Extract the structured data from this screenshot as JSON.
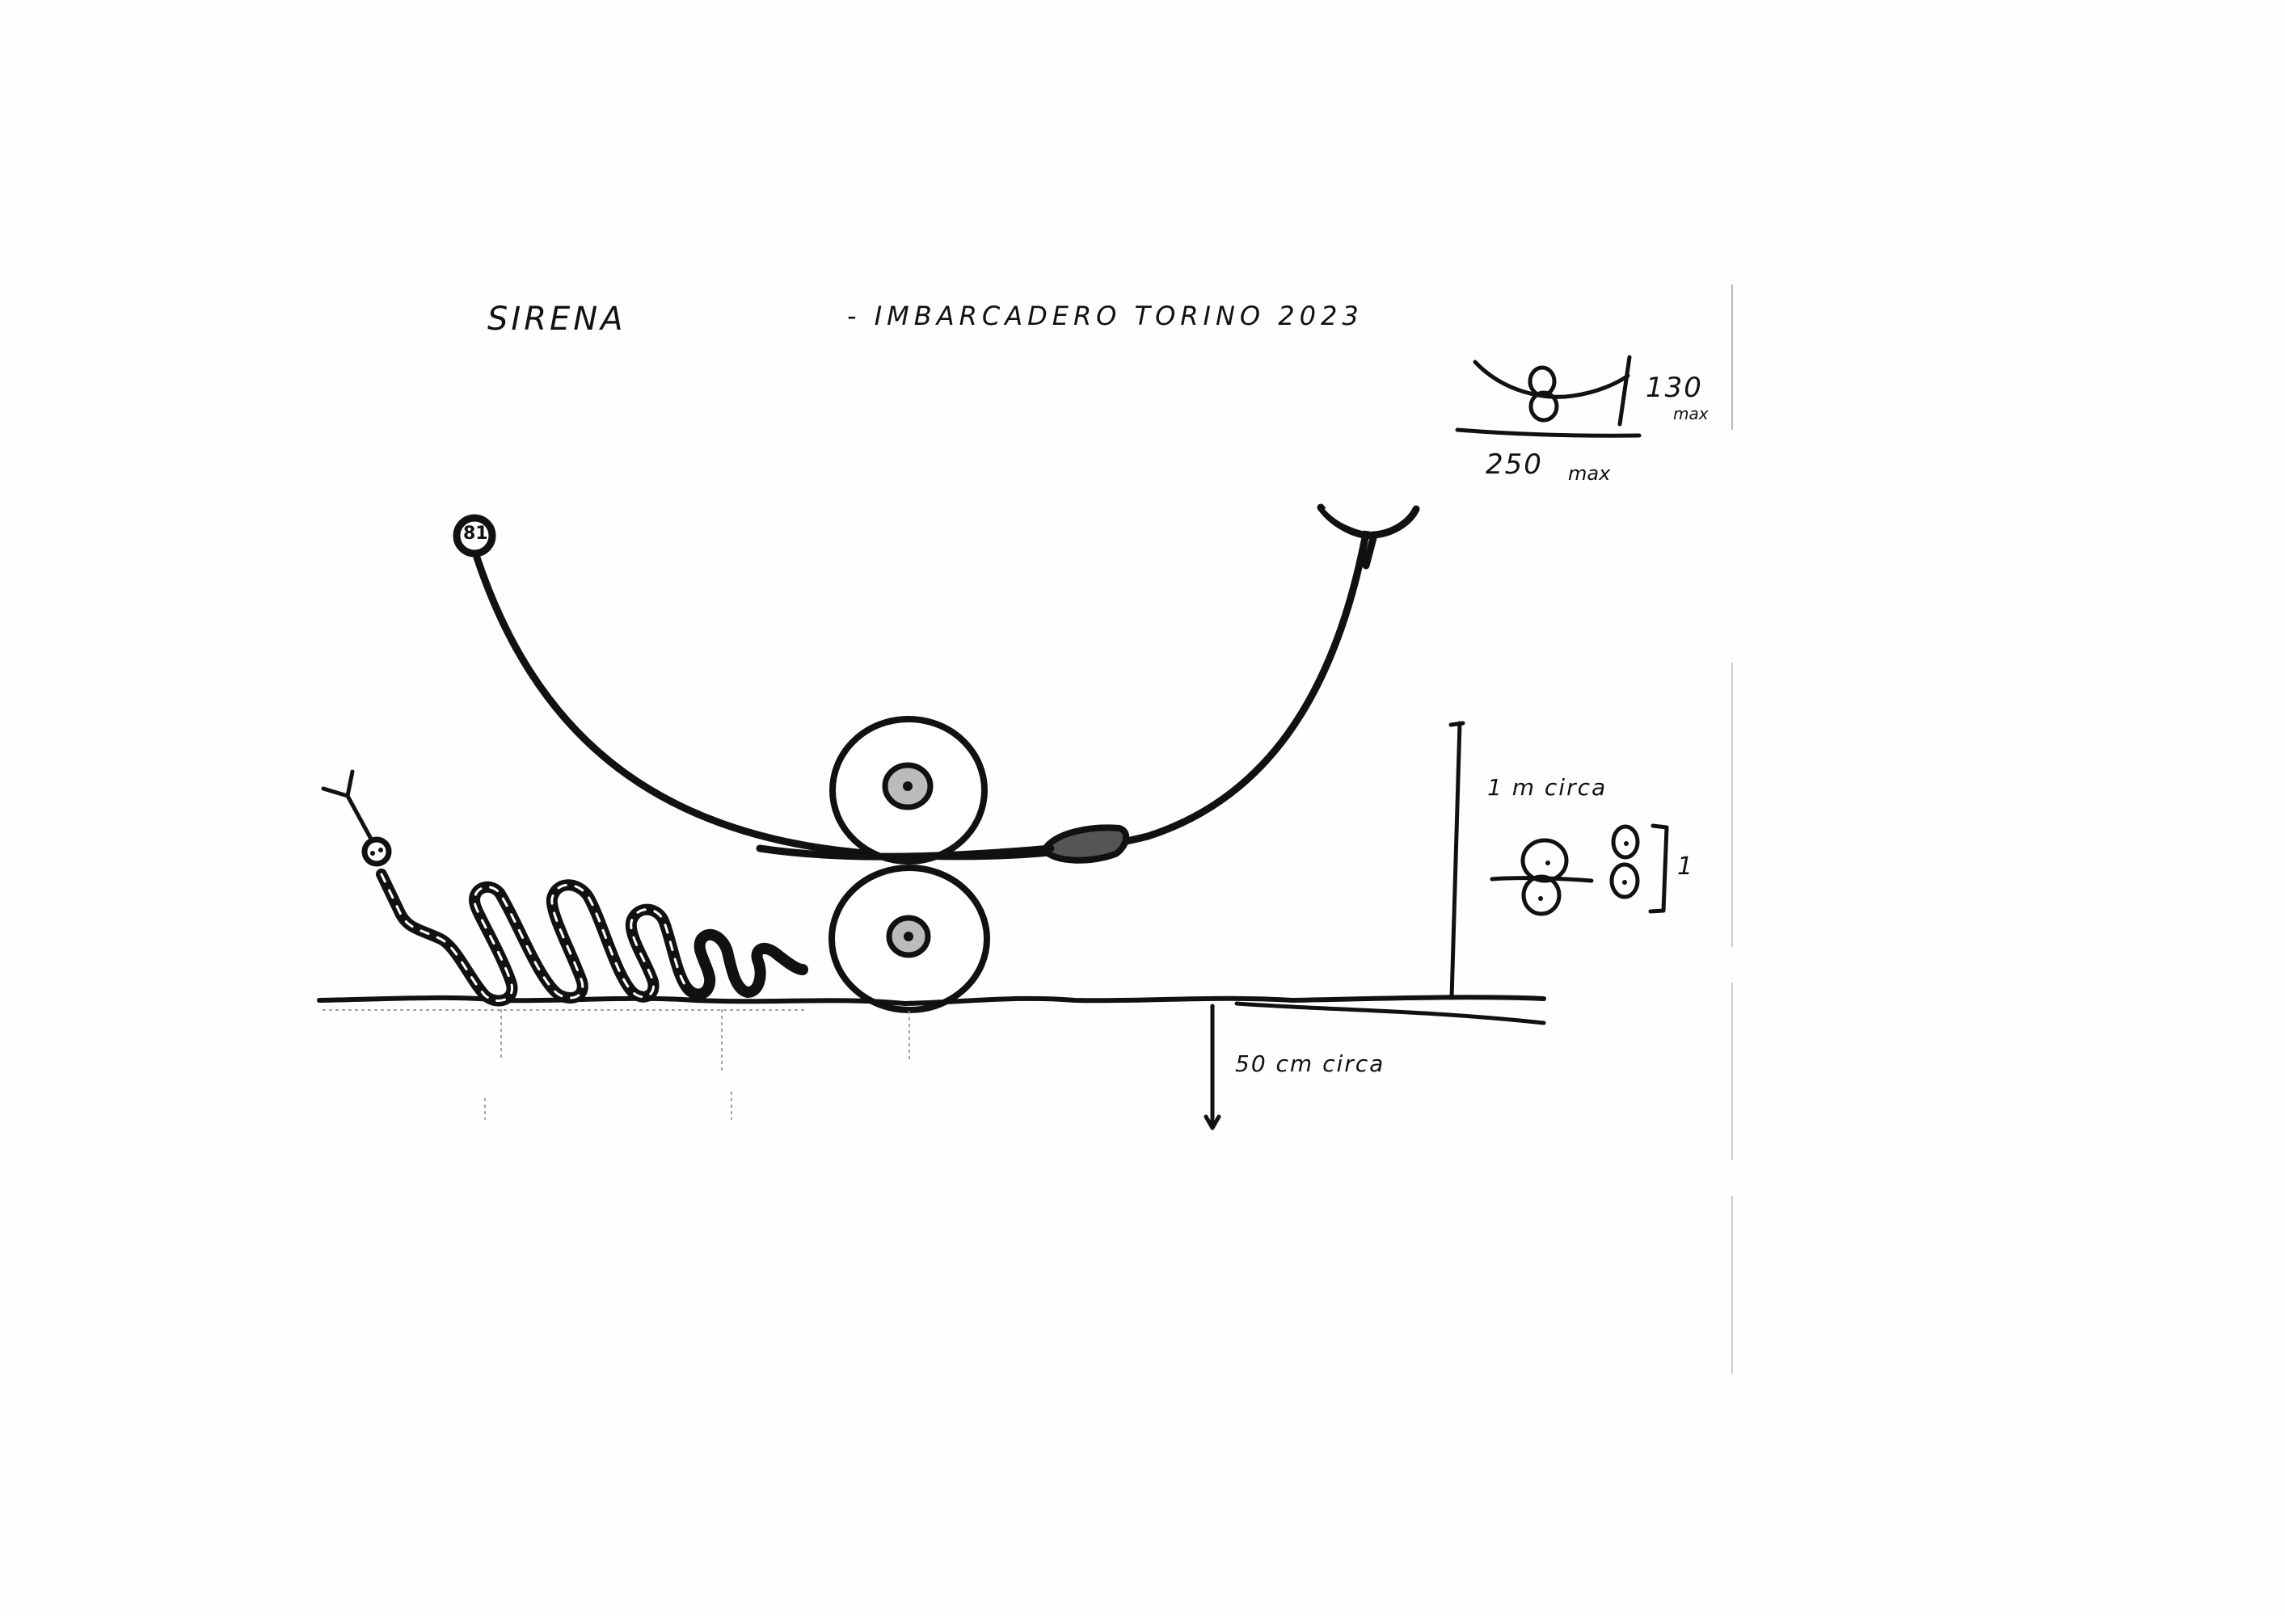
{
  "sheet": {
    "title": "SIRENA",
    "subtitle": "- IMBARCADERO TORINO 2023",
    "background": "#fefefe",
    "ink": "#111111"
  },
  "annotations": {
    "badge_number": "81",
    "size_height_value": "130",
    "size_height_unit": "max",
    "size_width_value": "250",
    "size_width_unit": "max",
    "height_label": "1 m circa",
    "inset_dimension": "1",
    "depth_label": "50 cm circa"
  },
  "elements": {
    "arc": "large U-shaped curved arm",
    "left_terminal": "round badge on arm end",
    "right_terminal": "crescent / fork end",
    "rollers": "two stacked wheels",
    "pod": "elongated pod on arm",
    "snake": "coiled wavy serpent with eye and forked tongue",
    "ground": "waterline / ground line",
    "inset_top": "small sketch of arc with figure-8 rollers",
    "inset_right": "small sketch of double rollers"
  }
}
